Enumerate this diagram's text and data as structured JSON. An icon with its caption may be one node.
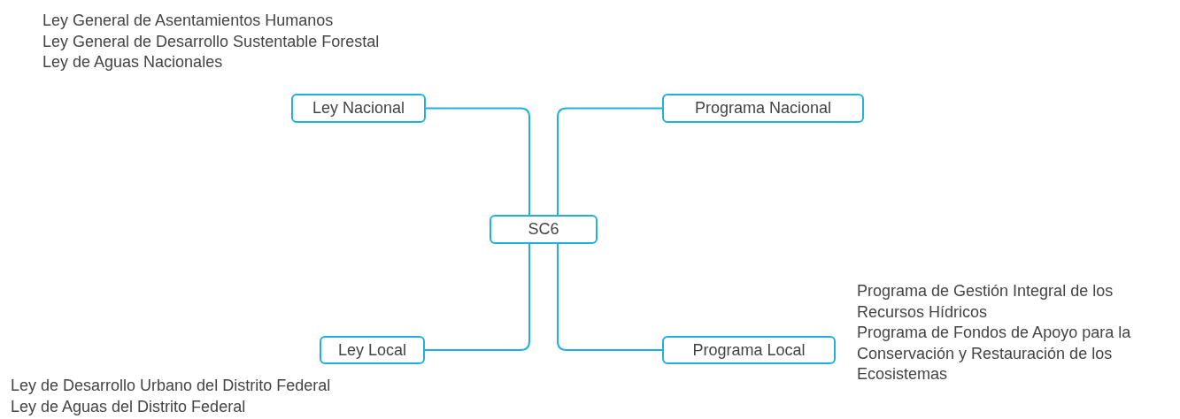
{
  "diagram": {
    "nodes": [
      {
        "text": [
          "Ley Nacional"
        ],
        "beside": [
          "Ley General de Asentamientos Humanos",
          "Ley General de Desarrollo Sustentable Forestal",
          "Ley de Aguas Nacionales"
        ]
      },
      {
        "text": [
          "Programa Nacional"
        ]
      },
      {
        "text": [
          "SC6"
        ]
      },
      {
        "text": [
          "Ley Local"
        ],
        "beside": [
          "Ley de Desarrollo Urbano del Distrito Federal",
          "Ley de Aguas del Distrito Federal"
        ]
      },
      {
        "text": [
          "Programa Local"
        ],
        "beside": [
          "Programa de Gestión Integral de los Recursos Hídricos",
          "Programa de Fondos de Apoyo para la Conservación y Restauración de los Ecosistemas"
        ]
      }
    ],
    "edges": [
      {
        "from": 2,
        "to": 0,
        "arrow": "none"
      },
      {
        "from": 2,
        "to": 1,
        "arrow": "none"
      },
      {
        "from": 2,
        "to": 3,
        "arrow": "none"
      },
      {
        "from": 2,
        "to": 4,
        "arrow": "none"
      }
    ]
  }
}
